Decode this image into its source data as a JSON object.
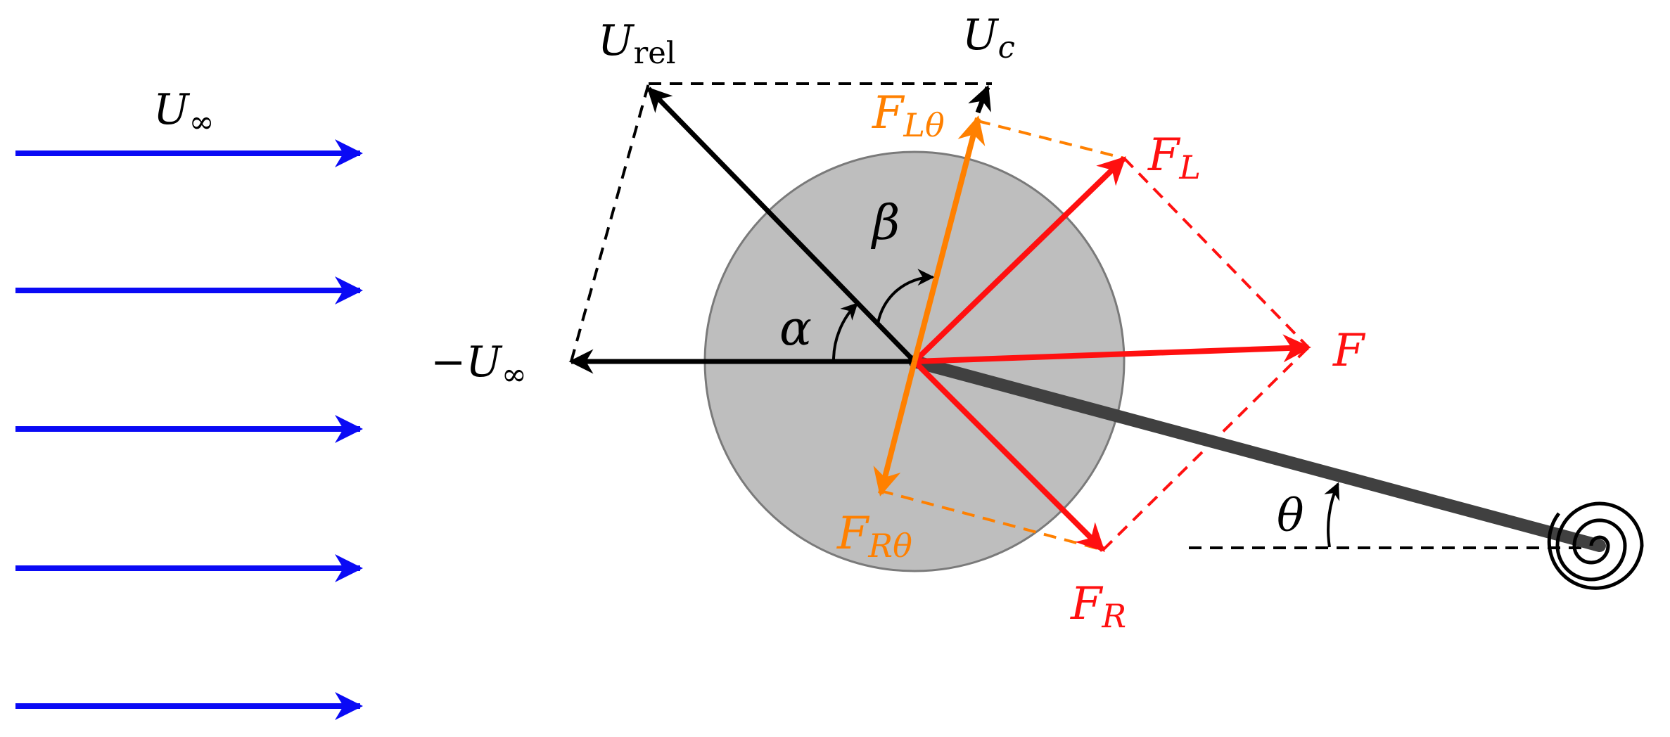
{
  "labels": {
    "u_inf": "U",
    "u_inf_sym": "∞",
    "minus_u_inf": "−U",
    "minus_u_inf_sym": "∞",
    "u_rel": "U",
    "u_rel_sub": "rel",
    "u_c": "U",
    "u_c_sub": "c",
    "alpha": "α",
    "beta": "β",
    "theta": "θ",
    "f": "F",
    "f_l": "F",
    "f_l_sub": "L",
    "f_r": "F",
    "f_r_sub": "R",
    "f_l_theta": "F",
    "f_l_theta_sub": "Lθ",
    "f_r_theta": "F",
    "f_r_theta_sub": "Rθ"
  },
  "colors": {
    "flow": "#0a0af5",
    "velocity": "#000000",
    "force": "#ff1010",
    "force_component": "#ff8000",
    "cylinder_fill": "#bebebe",
    "cylinder_stroke": "#7a7a7a",
    "rod": "#404040"
  }
}
